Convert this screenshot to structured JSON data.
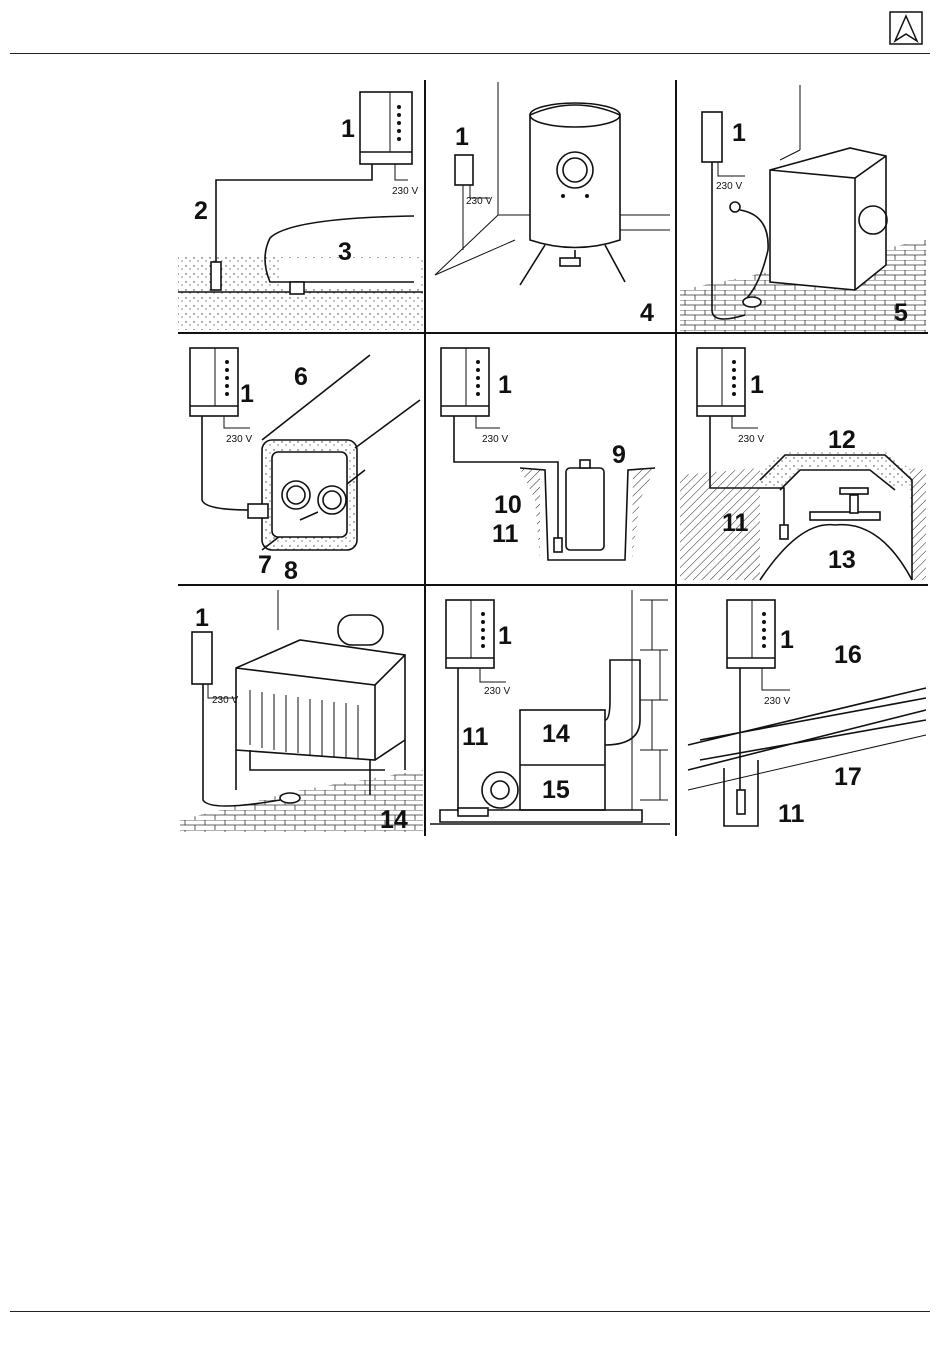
{
  "logo_icon": "triangle-a-logo-icon",
  "voltage": "230 V",
  "panels": [
    {
      "labels": [
        "1",
        "2",
        "3"
      ]
    },
    {
      "labels": [
        "1",
        "4"
      ]
    },
    {
      "labels": [
        "1",
        "5"
      ]
    },
    {
      "labels": [
        "1",
        "6",
        "7",
        "8"
      ]
    },
    {
      "labels": [
        "1",
        "9",
        "10",
        "11"
      ]
    },
    {
      "labels": [
        "1",
        "12",
        "11",
        "13"
      ]
    },
    {
      "labels": [
        "1",
        "14"
      ]
    },
    {
      "labels": [
        "1",
        "11",
        "14",
        "15"
      ]
    },
    {
      "labels": [
        "1",
        "16",
        "17",
        "11"
      ]
    }
  ]
}
